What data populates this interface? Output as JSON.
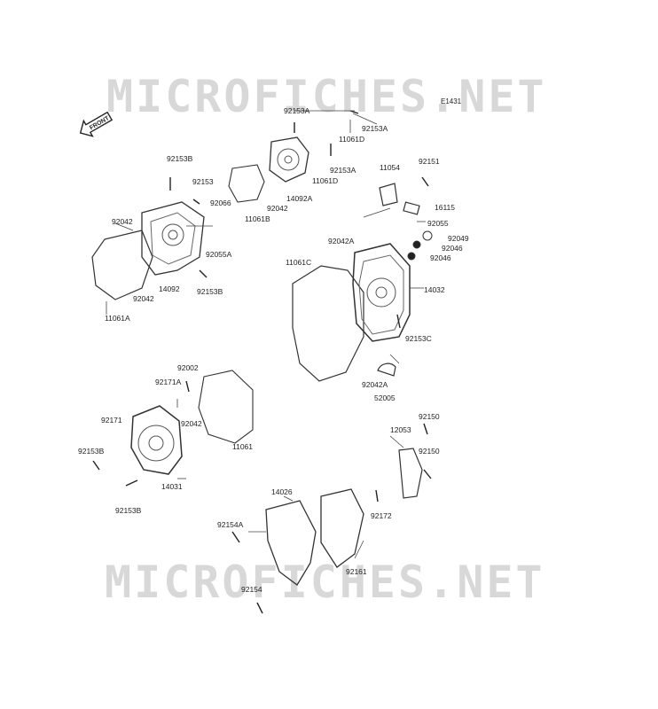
{
  "watermark": {
    "top": "MICROFICHES.NET",
    "bottom": "MICROFICHES.NET"
  },
  "diagram_code": "E1431",
  "front_label": "FRONT",
  "labels": {
    "l92153A_top": "92153A",
    "l92153A_right": "92153A",
    "l11061D_a": "11061D",
    "l92153A_mid": "92153A",
    "l11061D_b": "11061D",
    "l14092A": "14092A",
    "l92042_top": "92042",
    "l11061B": "11061B",
    "l92153B_top": "92153B",
    "l92153": "92153",
    "l92066": "92066",
    "l92042_left": "92042",
    "l92055A": "92055A",
    "l92042_lower": "92042",
    "l14092": "14092",
    "l92153B_mid": "92153B",
    "l11061A": "11061A",
    "l11054": "11054",
    "l92151": "92151",
    "l16115": "16115",
    "l92055": "92055",
    "l92042A_top": "92042A",
    "l92049": "92049",
    "l92046_a": "92046",
    "l92046_b": "92046",
    "l11061C": "11061C",
    "l14032": "14032",
    "l92153C": "92153C",
    "l92042A_bot": "92042A",
    "l52005": "52005",
    "l92002": "92002",
    "l92171A": "92171A",
    "l92042_mid": "92042",
    "l92171": "92171",
    "l11061": "11061",
    "l92153B_low": "92153B",
    "l14031": "14031",
    "l92153B_bot": "92153B",
    "l92150_a": "92150",
    "l12053": "12053",
    "l92150_b": "92150",
    "l14026": "14026",
    "l92172": "92172",
    "l92154A": "92154A",
    "l92161": "92161",
    "l92154": "92154"
  }
}
